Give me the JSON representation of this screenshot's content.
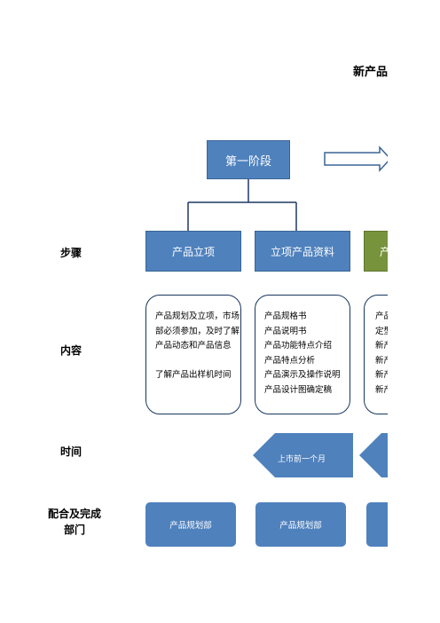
{
  "title": "新产品",
  "row_labels": {
    "steps": "步骤",
    "content": "内容",
    "time": "时间",
    "dept_line1": "配合及完成",
    "dept_line2": "部门"
  },
  "stage": {
    "label": "第一阶段"
  },
  "steps": [
    {
      "label": "产品立项"
    },
    {
      "label": "立项产品资料"
    },
    {
      "label": "产"
    }
  ],
  "contents": [
    {
      "lines": [
        "产品规划及立项，市场",
        "部必须参加，及时了解",
        "产品动态和产品信息",
        "",
        "了解产品出样机时间"
      ]
    },
    {
      "lines": [
        "产品规格书",
        "产品说明书",
        "产品功能特点介绍",
        "产品特点分析",
        "产品演示及操作说明",
        "产品设计图确定稿"
      ]
    },
    {
      "lines": [
        "产品",
        "定型",
        "新产",
        "新产",
        "新产",
        "新产"
      ]
    }
  ],
  "time": {
    "label": "上市前一个月"
  },
  "departments": [
    {
      "label": "产品规划部"
    },
    {
      "label": "产品规划部"
    },
    {
      "label": ""
    }
  ],
  "colors": {
    "primary_blue": "#4f81bd",
    "green": "#77933c",
    "border_navy": "#17375e",
    "connector": "#1f3864"
  }
}
